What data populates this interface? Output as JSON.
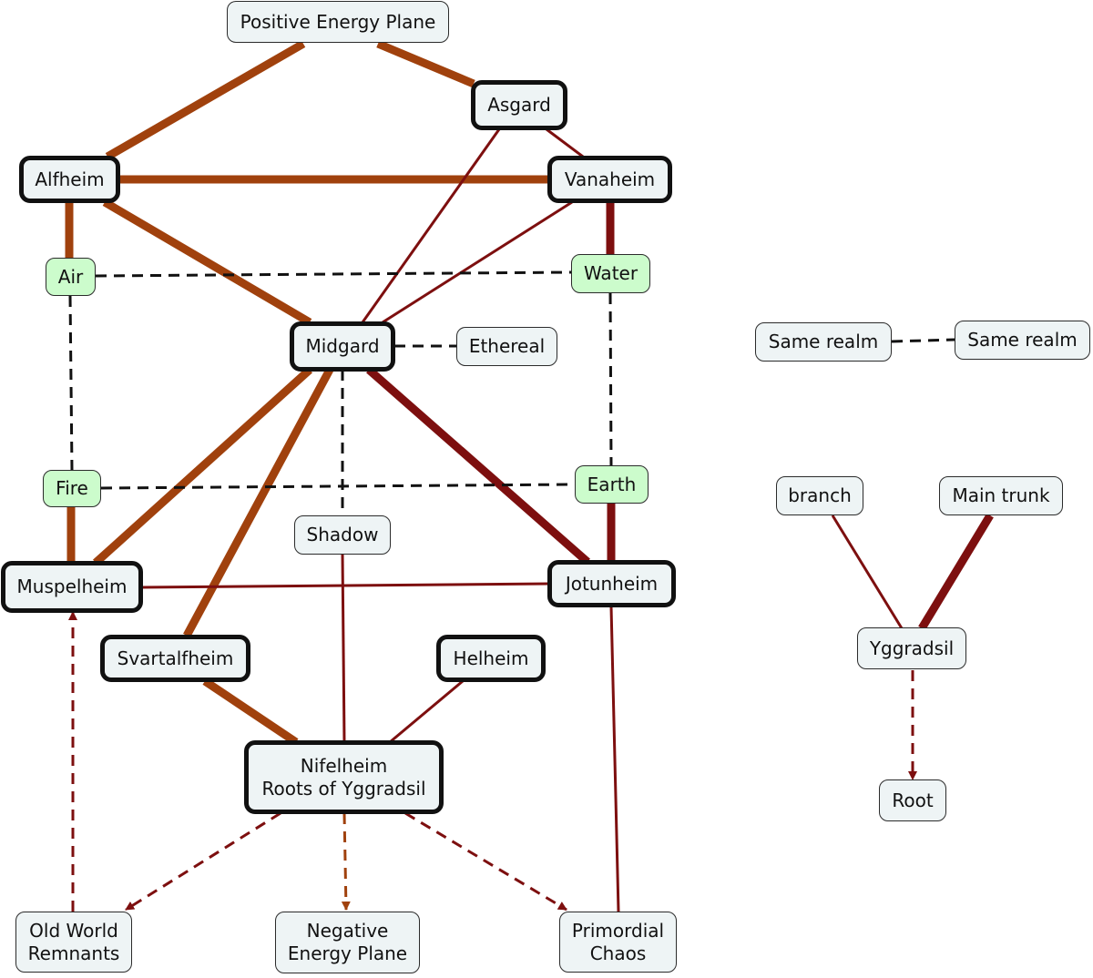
{
  "nodes": {
    "positive_energy_plane": "Positive Energy Plane",
    "asgard": "Asgard",
    "alfheim": "Alfheim",
    "vanaheim": "Vanaheim",
    "air": "Air",
    "water": "Water",
    "midgard": "Midgard",
    "ethereal": "Ethereal",
    "fire": "Fire",
    "earth": "Earth",
    "shadow": "Shadow",
    "muspelheim": "Muspelheim",
    "jotunheim": "Jotunheim",
    "svartalfheim": "Svartalfheim",
    "helheim": "Helheim",
    "nifelheim": "Nifelheim\nRoots of Yggradsil",
    "old_world_remnants": "Old World\nRemnants",
    "negative_energy_plane": "Negative\nEnergy Plane",
    "primordial_chaos": "Primordial\nChaos"
  },
  "legend": {
    "same_realm_left": "Same realm",
    "same_realm_right": "Same realm",
    "branch": "branch",
    "main_trunk": "Main trunk",
    "yggradsil": "Yggradsil",
    "root": "Root"
  },
  "colors": {
    "branch_orange": "#a0410d",
    "branch_red": "#7d0f0f",
    "dashed_black": "#111111",
    "realm_fill": "#eef4f5",
    "element_fill": "#ccfccc"
  }
}
